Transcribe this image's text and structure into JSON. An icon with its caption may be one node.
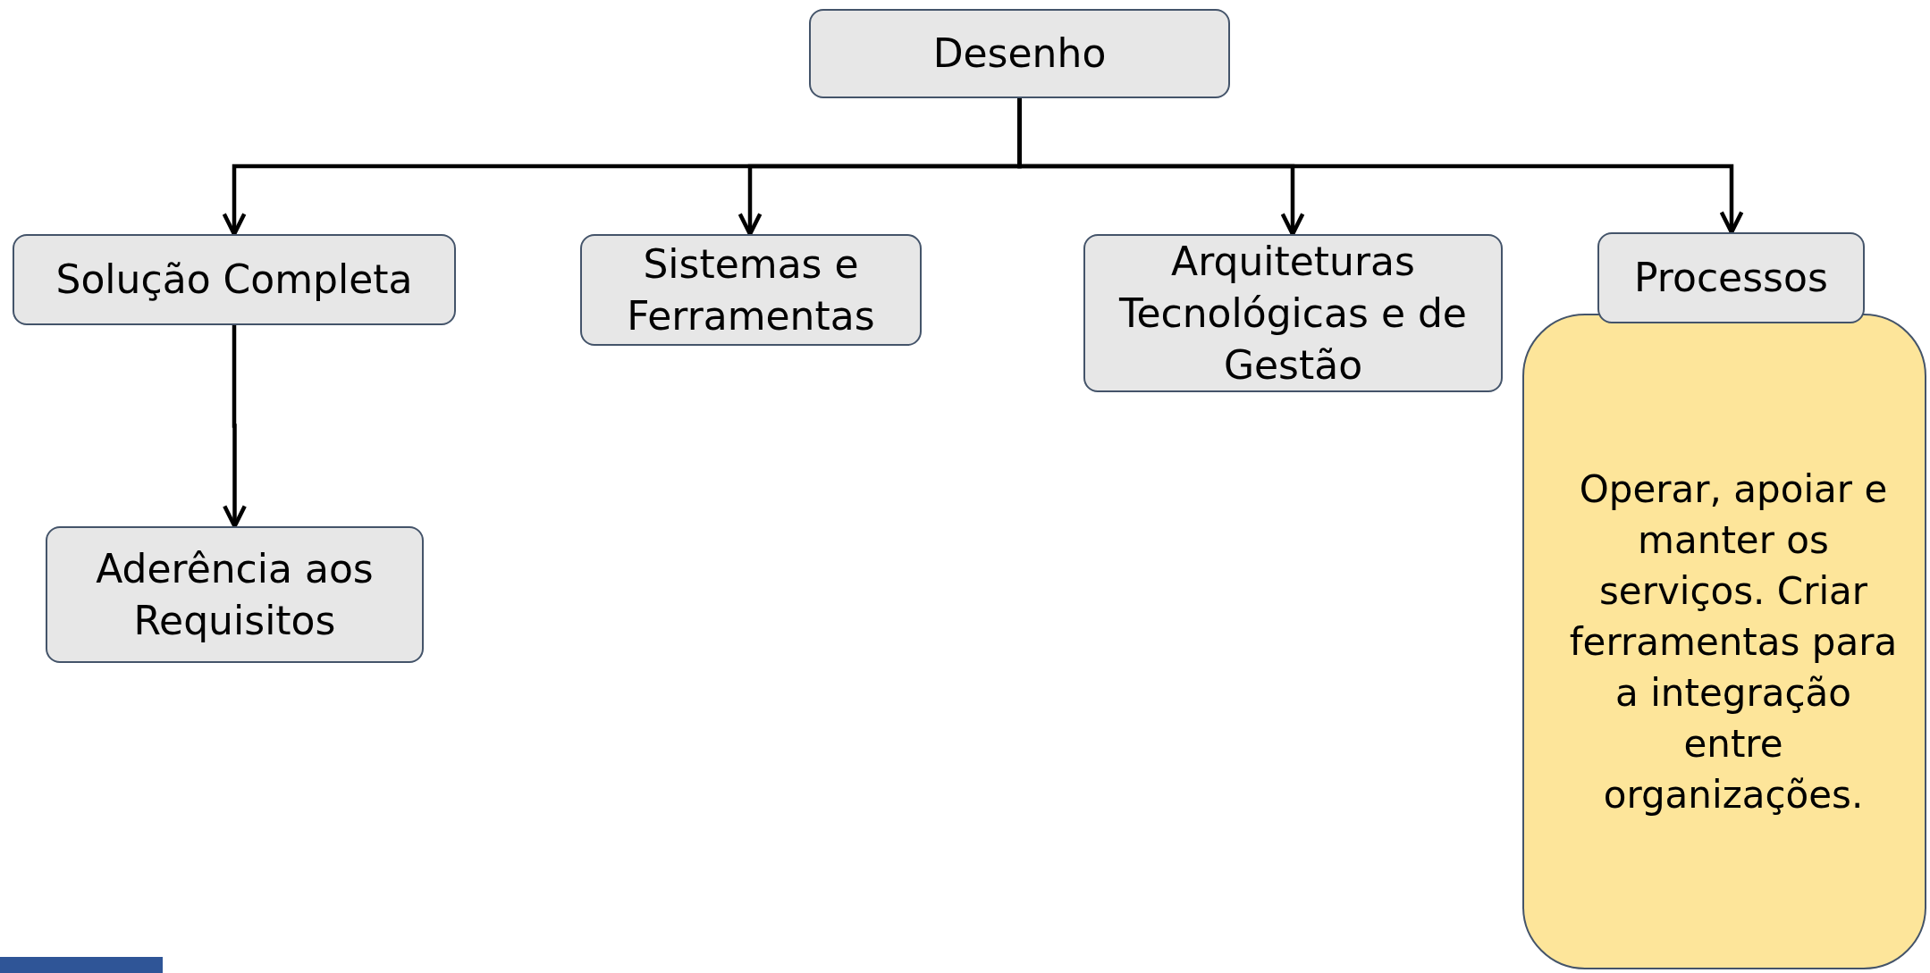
{
  "diagram": {
    "nodes": [
      {
        "text": [
          "Desenho"
        ]
      },
      {
        "text": [
          "Solução Completa"
        ]
      },
      {
        "text": [
          "Sistemas e Ferramentas"
        ]
      },
      {
        "text": [
          "Arquiteturas Tecnológicas e de Gestão"
        ]
      },
      {
        "text": [
          "Processos"
        ]
      },
      {
        "text": [
          "Aderência aos Requisitos"
        ]
      },
      {
        "text": [
          "Operar, apoiar e manter os serviços. Criar ferramentas para a integração entre organizações."
        ]
      }
    ],
    "edges": [
      {
        "from": 0,
        "to": 1,
        "arrow": "to"
      },
      {
        "from": 0,
        "to": 2,
        "arrow": "to"
      },
      {
        "from": 0,
        "to": 3,
        "arrow": "to"
      },
      {
        "from": 0,
        "to": 4,
        "arrow": "to"
      },
      {
        "from": 1,
        "to": 5,
        "arrow": "to"
      }
    ]
  }
}
